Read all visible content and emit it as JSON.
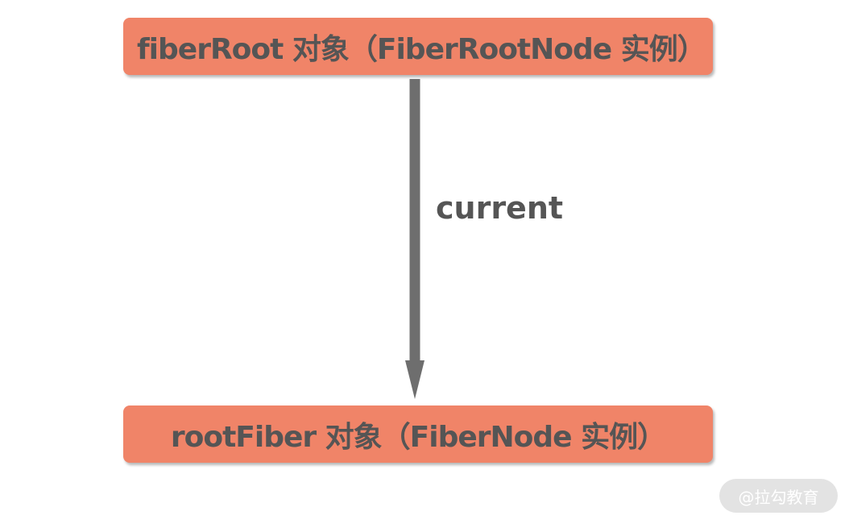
{
  "colors": {
    "node_fill": "#F08468",
    "text": "#555555",
    "arrow": "#6E6E6E",
    "watermark_bg": "#E3E3E3"
  },
  "nodes": {
    "fiber_root": {
      "label": "fiberRoot 对象（FiberRootNode 实例）"
    },
    "root_fiber": {
      "label": "rootFiber 对象（FiberNode 实例）"
    }
  },
  "edge": {
    "label": "current"
  },
  "watermark": {
    "text": "@拉勾教育"
  }
}
